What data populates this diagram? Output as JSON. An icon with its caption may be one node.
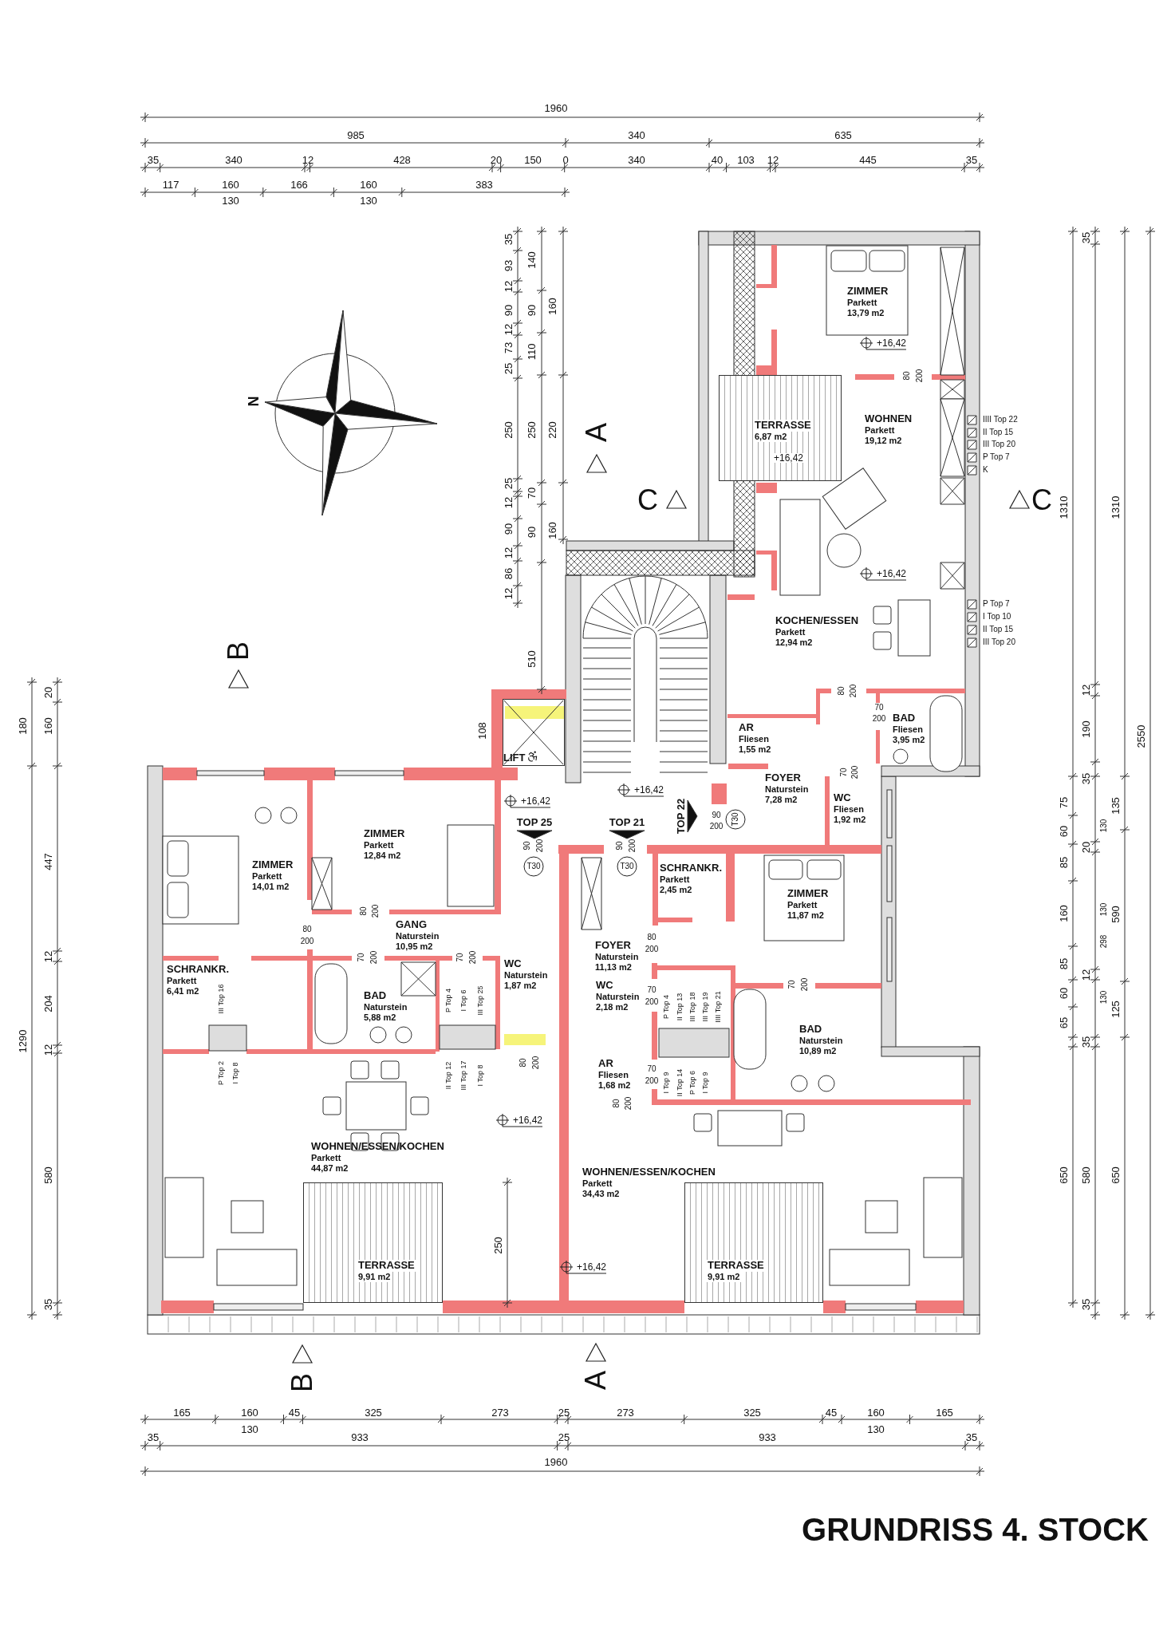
{
  "diagram": {
    "title": "GRUNDRISS 4. STOCK",
    "nodes": [
      {
        "text": [
          "ZIMMER",
          "Parkett",
          "13,79 m2"
        ]
      },
      {
        "text": [
          "WOHNEN",
          "Parkett",
          "19,12 m2"
        ]
      },
      {
        "text": [
          "TERRASSE",
          "6,87 m2"
        ]
      },
      {
        "text": [
          "KOCHEN/ESSEN",
          "Parkett",
          "12,94 m2"
        ]
      },
      {
        "text": [
          "AR",
          "Fliesen",
          "1,55 m2"
        ]
      },
      {
        "text": [
          "BAD",
          "Fliesen",
          "3,95 m2"
        ]
      },
      {
        "text": [
          "FOYER",
          "Naturstein",
          "7,28 m2"
        ]
      },
      {
        "text": [
          "WC",
          "Fliesen",
          "1,92 m2"
        ]
      },
      {
        "text": [
          "LIFT"
        ],
        "beside": [
          "108"
        ]
      },
      {
        "text": [
          "ZIMMER",
          "Parkett",
          "12,84 m2"
        ]
      },
      {
        "text": [
          "ZIMMER",
          "Parkett",
          "14,01 m2"
        ]
      },
      {
        "text": [
          "GANG",
          "Naturstein",
          "10,95 m2"
        ]
      },
      {
        "text": [
          "SCHRANKR.",
          "Parkett",
          "6,41 m2"
        ]
      },
      {
        "text": [
          "BAD",
          "Naturstein",
          "5,88 m2"
        ]
      },
      {
        "text": [
          "WC",
          "Naturstein",
          "1,87 m2"
        ]
      },
      {
        "text": [
          "WOHNEN/ESSEN/KOCHEN",
          "Parkett",
          "44,87 m2"
        ]
      },
      {
        "text": [
          "TERRASSE",
          "9,91 m2"
        ]
      },
      {
        "text": [
          "SCHRANKR.",
          "Parkett",
          "2,45 m2"
        ]
      },
      {
        "text": [
          "ZIMMER",
          "Parkett",
          "11,87 m2"
        ]
      },
      {
        "text": [
          "FOYER",
          "Naturstein",
          "11,13 m2"
        ]
      },
      {
        "text": [
          "WC",
          "Naturstein",
          "2,18 m2"
        ]
      },
      {
        "text": [
          "AR",
          "Fliesen",
          "1,68 m2"
        ]
      },
      {
        "text": [
          "BAD",
          "Naturstein",
          "10,89 m2"
        ]
      },
      {
        "text": [
          "WOHNEN/ESSEN/KOCHEN",
          "Parkett",
          "34,43 m2"
        ]
      },
      {
        "text": [
          "TERRASSE",
          "9,91 m2"
        ]
      }
    ],
    "labels": [
      "1960",
      "985",
      "340",
      "635",
      "35",
      "340",
      "12",
      "428",
      "20",
      "150",
      "0",
      "340",
      "40",
      "103",
      "12",
      "445",
      "35",
      "117",
      "160",
      "166",
      "160",
      "383",
      "130",
      "130",
      "35",
      "93",
      "12",
      "90",
      "12",
      "73",
      "25",
      "250",
      "25",
      "12",
      "90",
      "12",
      "86",
      "12",
      "140",
      "90",
      "110",
      "250",
      "70",
      "90",
      "510",
      "160",
      "220",
      "160",
      "N",
      "A",
      "C",
      "C",
      "B",
      "+16,42",
      "80",
      "200",
      "IIII Top 22",
      "II Top 15",
      "III Top 20",
      "P Top 7",
      "K",
      "+16,42",
      "+16,42",
      "P Top 7",
      "I Top 10",
      "II Top 15",
      "III Top 20",
      "80",
      "200",
      "70",
      "200",
      "70",
      "200",
      "+16,42",
      "+16,42",
      "TOP 25",
      "TOP 21",
      "TOP 22",
      "90",
      "200",
      "T30",
      "90",
      "200",
      "90",
      "200",
      "T30",
      "T30",
      "80",
      "200",
      "80",
      "200",
      "80",
      "200",
      "70",
      "200",
      "70",
      "200",
      "70",
      "200",
      "70",
      "200",
      "III Top 16",
      "P Top 4",
      "I Top 6",
      "III Top 25",
      "P Top 4",
      "II Top 13",
      "III Top 18",
      "III Top 19",
      "IIII Top 21",
      "80",
      "200",
      "70",
      "200",
      "P Top 2",
      "I Top 8",
      "II Top 12",
      "III Top 17",
      "I Top 8",
      "I Top 9",
      "II Top 14",
      "P Top 6",
      "I Top 9",
      "80",
      "200",
      "+16,42",
      "250",
      "+16,42",
      "35",
      "1310",
      "1310",
      "12",
      "190",
      "2550",
      "35",
      "75",
      "135",
      "130",
      "60",
      "20",
      "85",
      "130",
      "160",
      "590",
      "298",
      "85",
      "12",
      "60",
      "130",
      "125",
      "65",
      "35",
      "650",
      "580",
      "650",
      "35",
      "20",
      "180",
      "160",
      "447",
      "12",
      "204",
      "1290",
      "12",
      "580",
      "35",
      "B",
      "A",
      "165",
      "160",
      "45",
      "325",
      "273",
      "25",
      "273",
      "325",
      "45",
      "160",
      "165",
      "130",
      "130",
      "35",
      "933",
      "25",
      "933",
      "35",
      "1960"
    ]
  }
}
